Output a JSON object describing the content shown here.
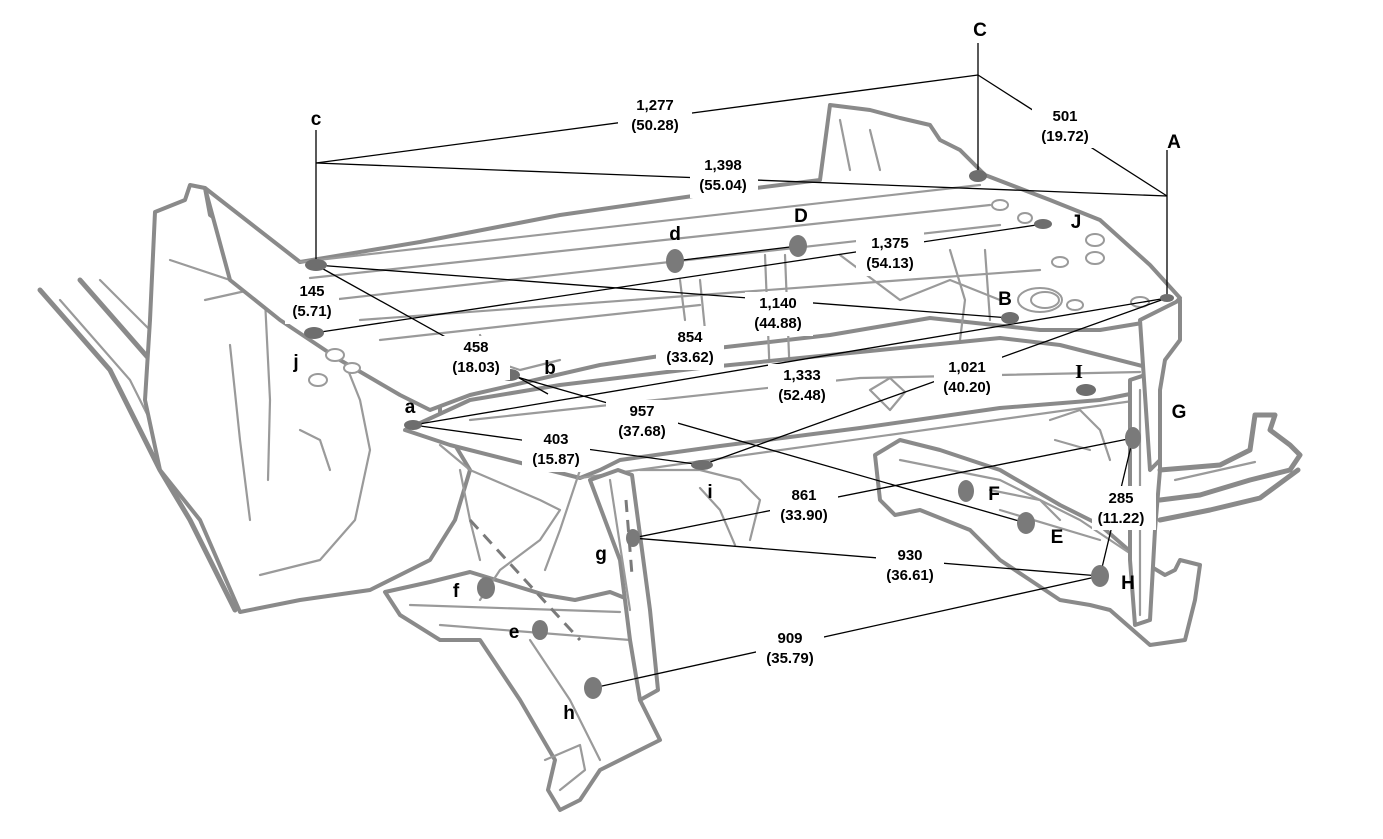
{
  "point_labels": {
    "A": "A",
    "B": "B",
    "C": "C",
    "D": "D",
    "E": "E",
    "F": "F",
    "G": "G",
    "H": "H",
    "I": "I",
    "J": "J",
    "a": "a",
    "b": "b",
    "c": "c",
    "d": "d",
    "e": "e",
    "f": "f",
    "g": "g",
    "h": "h",
    "i": "i",
    "j": "j"
  },
  "dimensions": {
    "c_to_C": {
      "mm": "1,277",
      "in": "(50.28)"
    },
    "C_to_A": {
      "mm": "501",
      "in": "(19.72)"
    },
    "c_to_A": {
      "mm": "1,398",
      "in": "(55.04)"
    },
    "j_to_J": {
      "mm": "1,375",
      "in": "(54.13)"
    },
    "c_to_j": {
      "mm": "145",
      "in": "(5.71)"
    },
    "c_to_B": {
      "mm": "1,140",
      "in": "(44.88)"
    },
    "c_to_b": {
      "mm": "458",
      "in": "(18.03)"
    },
    "d_to_D": {
      "mm": "854",
      "in": "(33.62)"
    },
    "a_to_A": {
      "mm": "1,333",
      "in": "(52.48)"
    },
    "A_to_i": {
      "mm": "1,021",
      "in": "(40.20)"
    },
    "b_to_E": {
      "mm": "957",
      "in": "(37.68)"
    },
    "a_to_i": {
      "mm": "403",
      "in": "(15.87)"
    },
    "g_to_G": {
      "mm": "861",
      "in": "(33.90)"
    },
    "G_to_H": {
      "mm": "285",
      "in": "(11.22)"
    },
    "g_to_H": {
      "mm": "930",
      "in": "(36.61)"
    },
    "h_to_H": {
      "mm": "909",
      "in": "(35.79)"
    }
  }
}
